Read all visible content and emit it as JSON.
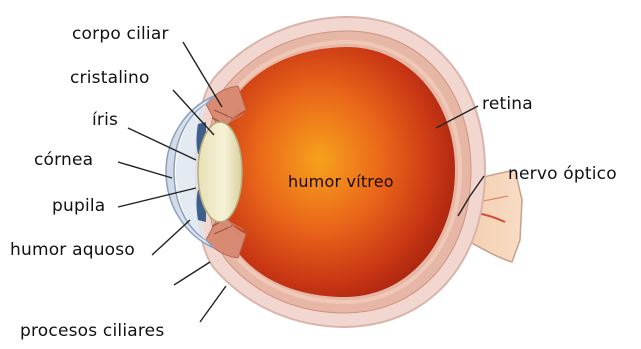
{
  "diagram": {
    "labels": {
      "corpo_ciliar": "corpo ciliar",
      "cristalino": "cristalino",
      "iris": "íris",
      "cornea": "córnea",
      "pupila": "pupila",
      "humor_aquoso": "humor aquoso",
      "processos_ciliares": "procesos ciliares",
      "humor_vitreo": "humor vítreo",
      "retina": "retina",
      "nervo_optico": "nervo óptico"
    }
  }
}
